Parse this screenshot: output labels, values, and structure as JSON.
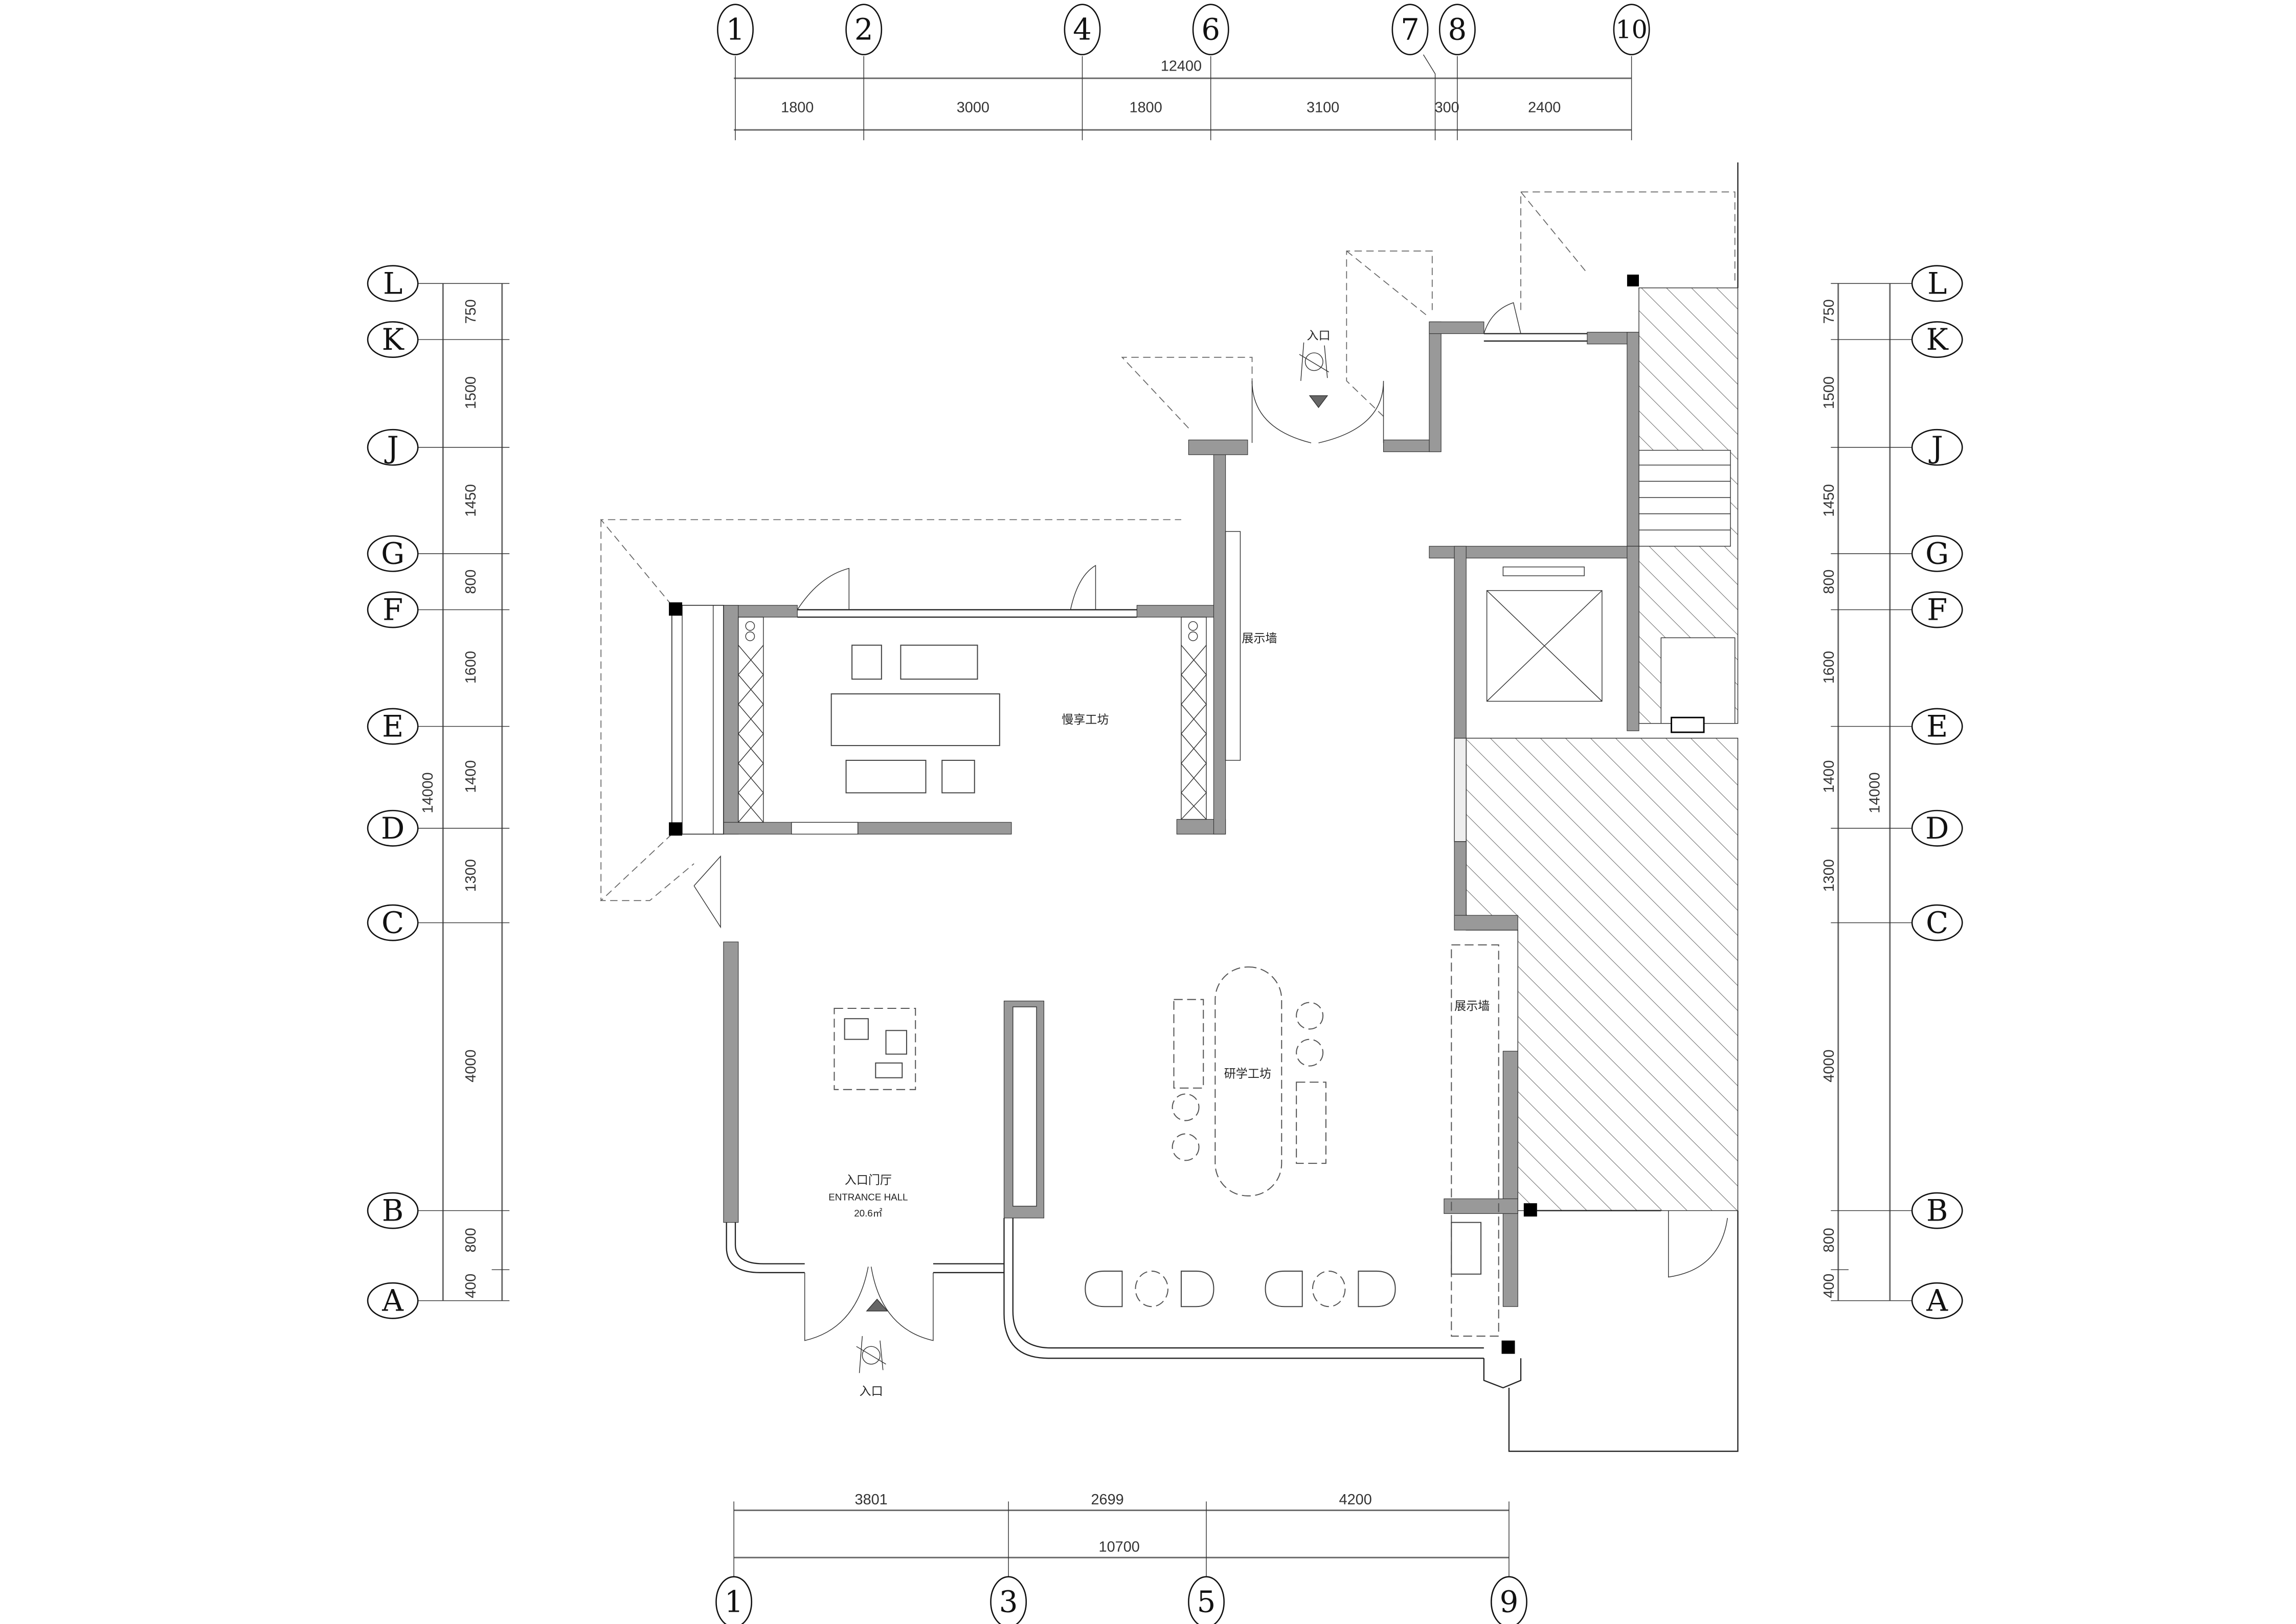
{
  "top_axes": {
    "labels": [
      "1",
      "2",
      "4",
      "6",
      "7",
      "8",
      "10"
    ],
    "overall": "12400",
    "segments": [
      "1800",
      "3000",
      "1800",
      "3100",
      "300",
      "2400"
    ]
  },
  "bottom_axes": {
    "labels": [
      "1",
      "3",
      "5",
      "9"
    ],
    "overall": "10700",
    "segments": [
      "3801",
      "2699",
      "4200"
    ]
  },
  "side_axes": {
    "labels": [
      "L",
      "K",
      "J",
      "G",
      "F",
      "E",
      "D",
      "C",
      "B",
      "A"
    ],
    "overall": "14000",
    "segments": [
      "750",
      "1500",
      "1450",
      "800",
      "1600",
      "1400",
      "1300",
      "4000",
      "800",
      "400"
    ]
  },
  "rooms": {
    "slow_workshop": "慢享工坊",
    "display_wall_1": "展示墙",
    "study_workshop": "研学工坊",
    "display_wall_2": "展示墙",
    "entrance_hall_cn": "入口门厅",
    "entrance_hall_en": "ENTRANCE HALL",
    "entrance_hall_area": "20.6㎡",
    "entrance_bottom": "入口",
    "entrance_top": "入口"
  },
  "colors": {
    "wall": "#999999",
    "line": "#222222"
  }
}
